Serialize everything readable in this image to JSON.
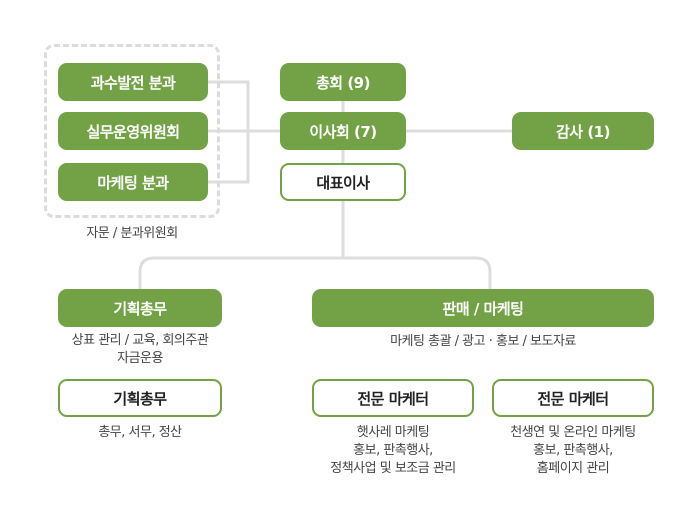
{
  "colors": {
    "accent": "#72a245",
    "connector": "#dddddd",
    "group_border": "#dcdcdc"
  },
  "advisory": {
    "items": [
      {
        "label": "과수발전 분과"
      },
      {
        "label": "실무운영위원회"
      },
      {
        "label": "마케팅 분과"
      }
    ],
    "caption": "자문 / 분과위원회"
  },
  "governance": {
    "general_assembly": "총회 (9)",
    "board": "이사회 (7)",
    "auditor": "감사 (1)",
    "ceo": "대표이사"
  },
  "planning": {
    "title": "기획총무",
    "desc_lines": [
      "상표 관리 / 교육, 회의주관",
      "자금운용"
    ],
    "sub": {
      "title": "기획총무",
      "desc_lines": [
        "총무, 서무, 정산"
      ]
    }
  },
  "sales": {
    "title": "판매 / 마케팅",
    "desc": "마케팅 총괄 / 광고 · 홍보 / 보도자료",
    "marketers": [
      {
        "title": "전문 마케터",
        "desc_lines": [
          "햇사레 마케팅",
          "홍보, 판촉행사,",
          "정책사업 및 보조금 관리"
        ]
      },
      {
        "title": "전문 마케터",
        "desc_lines": [
          "천생연 및 온라인 마케팅",
          "홍보, 판촉행사,",
          "홈페이지 관리"
        ]
      }
    ]
  }
}
